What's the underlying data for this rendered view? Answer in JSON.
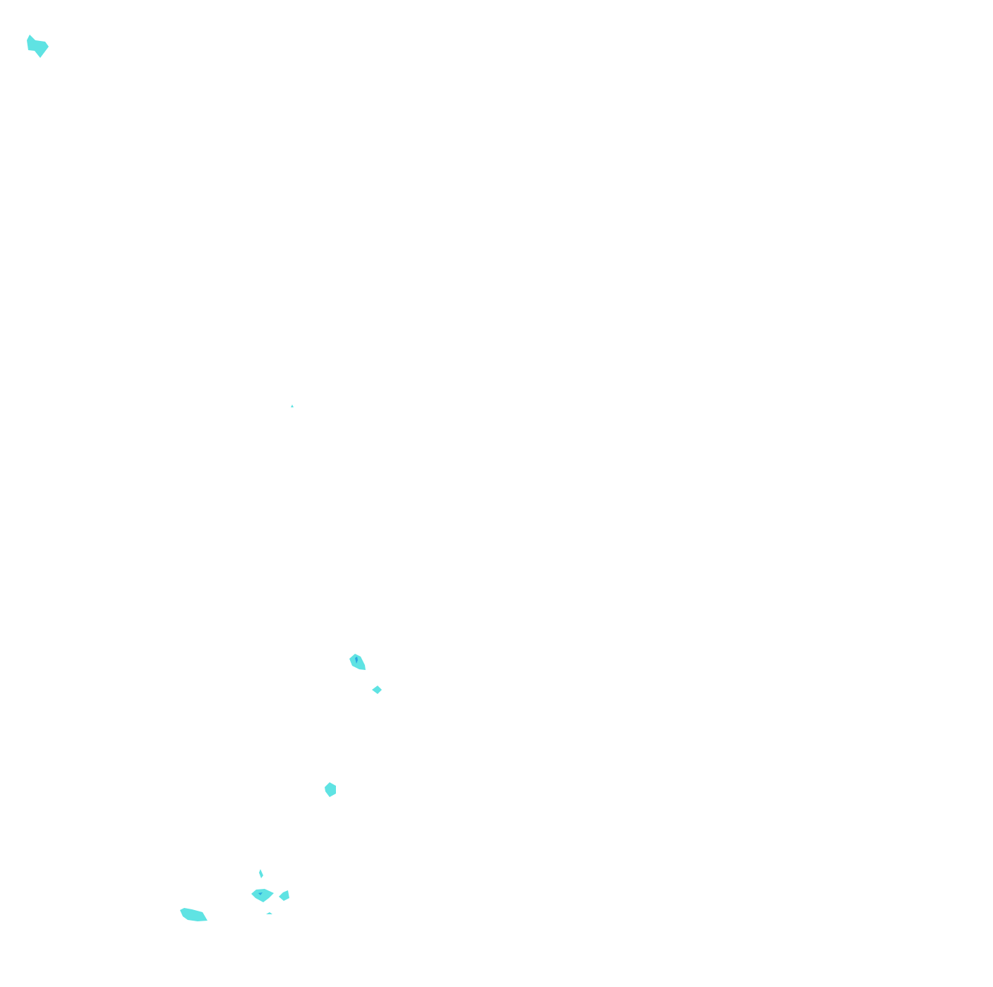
{
  "map": {
    "background_color": "#ffffff",
    "fill_colors": {
      "outer_contour": "#5fe3e3",
      "inner_contour": "#2aa7e0"
    },
    "features": [
      {
        "name": "island-patch-top-left",
        "level": "outer"
      },
      {
        "name": "island-patch-tiny",
        "level": "outer"
      },
      {
        "name": "island-patch-center",
        "level": "outer"
      },
      {
        "name": "island-patch-center-core",
        "level": "inner"
      },
      {
        "name": "island-patch-center-small",
        "level": "outer"
      },
      {
        "name": "island-patch-middle",
        "level": "outer"
      },
      {
        "name": "island-patch-lower-sliver",
        "level": "outer"
      },
      {
        "name": "island-patch-lower-main",
        "level": "outer"
      },
      {
        "name": "island-patch-lower-core",
        "level": "inner"
      },
      {
        "name": "island-patch-lower-right",
        "level": "outer"
      },
      {
        "name": "island-patch-lower-dot",
        "level": "outer"
      },
      {
        "name": "island-patch-bottom-left",
        "level": "outer"
      }
    ]
  }
}
